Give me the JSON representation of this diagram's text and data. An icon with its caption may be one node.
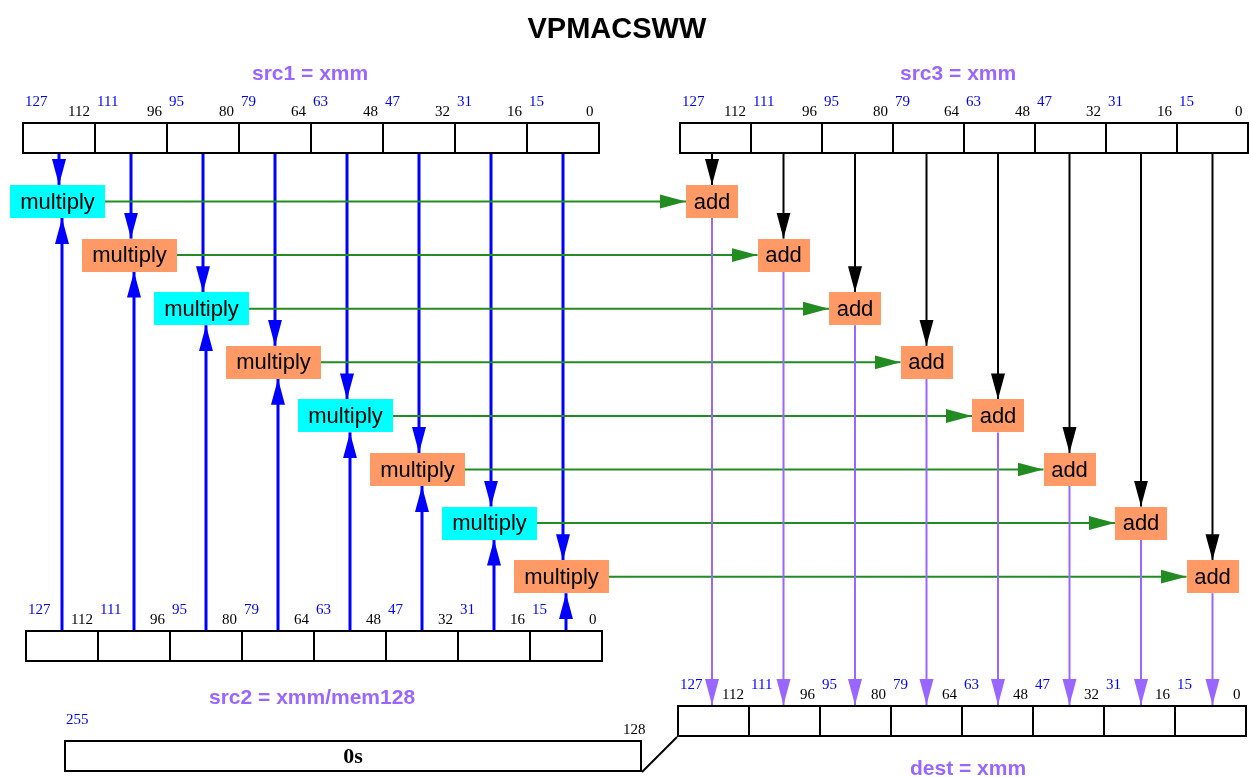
{
  "diagram": {
    "title": "VPMACSWW",
    "nodes": [
      {
        "text": [],
        "shape": "box"
      },
      {
        "text": [],
        "shape": "box"
      },
      {
        "text": [],
        "shape": "box"
      },
      {
        "text": [],
        "shape": "box"
      },
      {
        "text": [],
        "shape": "box"
      },
      {
        "text": [],
        "shape": "box"
      },
      {
        "text": [],
        "shape": "box"
      },
      {
        "text": [],
        "shape": "box"
      },
      {
        "text": [],
        "shape": "box"
      },
      {
        "text": [],
        "shape": "box"
      },
      {
        "text": [],
        "shape": "box"
      },
      {
        "text": [],
        "shape": "box"
      },
      {
        "text": [],
        "shape": "box"
      },
      {
        "text": [],
        "shape": "box"
      },
      {
        "text": [],
        "shape": "box"
      },
      {
        "text": [],
        "shape": "box"
      },
      {
        "text": [
          "multiply"
        ]
      },
      {
        "text": [
          "multiply"
        ]
      },
      {
        "text": [
          "multiply"
        ]
      },
      {
        "text": [
          "multiply"
        ]
      },
      {
        "text": [
          "multiply"
        ]
      },
      {
        "text": [
          "multiply"
        ]
      },
      {
        "text": [
          "multiply"
        ]
      },
      {
        "text": [
          "multiply"
        ]
      },
      {
        "text": [
          "add"
        ]
      },
      {
        "text": [
          "add"
        ]
      },
      {
        "text": [
          "add"
        ]
      },
      {
        "text": [
          "add"
        ]
      },
      {
        "text": [
          "add"
        ]
      },
      {
        "text": [
          "add"
        ]
      },
      {
        "text": [
          "add"
        ]
      },
      {
        "text": [
          "add"
        ]
      },
      {
        "text": [],
        "shape": "box"
      },
      {
        "text": [],
        "shape": "box"
      },
      {
        "text": [],
        "shape": "box"
      },
      {
        "text": [],
        "shape": "box"
      },
      {
        "text": [],
        "shape": "box"
      },
      {
        "text": [],
        "shape": "box"
      },
      {
        "text": [],
        "shape": "box"
      },
      {
        "text": [],
        "shape": "box"
      },
      {
        "text": [],
        "shape": "box"
      },
      {
        "text": [],
        "shape": "box"
      },
      {
        "text": [],
        "shape": "box"
      },
      {
        "text": [],
        "shape": "box"
      },
      {
        "text": [],
        "shape": "box"
      },
      {
        "text": [],
        "shape": "box"
      },
      {
        "text": [],
        "shape": "box"
      },
      {
        "text": [],
        "shape": "box"
      },
      {
        "text": [
          "0s"
        ]
      }
    ],
    "edges": [
      {
        "from": 0,
        "to": 16,
        "arrow": "to"
      },
      {
        "from": 1,
        "to": 17,
        "arrow": "to"
      },
      {
        "from": 2,
        "to": 18,
        "arrow": "to"
      },
      {
        "from": 3,
        "to": 19,
        "arrow": "to"
      },
      {
        "from": 4,
        "to": 20,
        "arrow": "to"
      },
      {
        "from": 5,
        "to": 21,
        "arrow": "to"
      },
      {
        "from": 6,
        "to": 22,
        "arrow": "to"
      },
      {
        "from": 7,
        "to": 23,
        "arrow": "to"
      },
      {
        "from": 32,
        "to": 16,
        "arrow": "to"
      },
      {
        "from": 33,
        "to": 17,
        "arrow": "to"
      },
      {
        "from": 34,
        "to": 18,
        "arrow": "to"
      },
      {
        "from": 35,
        "to": 19,
        "arrow": "to"
      },
      {
        "from": 36,
        "to": 20,
        "arrow": "to"
      },
      {
        "from": 37,
        "to": 21,
        "arrow": "to"
      },
      {
        "from": 38,
        "to": 22,
        "arrow": "to"
      },
      {
        "from": 39,
        "to": 23,
        "arrow": "to"
      },
      {
        "from": 16,
        "to": 24,
        "arrow": "to",
        "color": "#228b22"
      },
      {
        "from": 17,
        "to": 25,
        "arrow": "to",
        "color": "#228b22"
      },
      {
        "from": 18,
        "to": 26,
        "arrow": "to",
        "color": "#228b22"
      },
      {
        "from": 19,
        "to": 27,
        "arrow": "to",
        "color": "#228b22"
      },
      {
        "from": 20,
        "to": 28,
        "arrow": "to",
        "color": "#228b22"
      },
      {
        "from": 21,
        "to": 29,
        "arrow": "to",
        "color": "#228b22"
      },
      {
        "from": 22,
        "to": 30,
        "arrow": "to",
        "color": "#228b22"
      },
      {
        "from": 23,
        "to": 31,
        "arrow": "to",
        "color": "#228b22"
      },
      {
        "from": 8,
        "to": 24,
        "arrow": "to",
        "color": "#000000"
      },
      {
        "from": 9,
        "to": 25,
        "arrow": "to",
        "color": "#000000"
      },
      {
        "from": 10,
        "to": 26,
        "arrow": "to",
        "color": "#000000"
      },
      {
        "from": 11,
        "to": 27,
        "arrow": "to",
        "color": "#000000"
      },
      {
        "from": 12,
        "to": 28,
        "arrow": "to",
        "color": "#000000"
      },
      {
        "from": 13,
        "to": 29,
        "arrow": "to",
        "color": "#000000"
      },
      {
        "from": 14,
        "to": 30,
        "arrow": "to",
        "color": "#000000"
      },
      {
        "from": 15,
        "to": 31,
        "arrow": "to",
        "color": "#000000"
      },
      {
        "from": 24,
        "to": 40,
        "arrow": "to",
        "color": "#9966ff"
      },
      {
        "from": 25,
        "to": 41,
        "arrow": "to",
        "color": "#9966ff"
      },
      {
        "from": 26,
        "to": 42,
        "arrow": "to",
        "color": "#9966ff"
      },
      {
        "from": 27,
        "to": 43,
        "arrow": "to",
        "color": "#9966ff"
      },
      {
        "from": 28,
        "to": 44,
        "arrow": "to",
        "color": "#9966ff"
      },
      {
        "from": 29,
        "to": 45,
        "arrow": "to",
        "color": "#9966ff"
      },
      {
        "from": 30,
        "to": 46,
        "arrow": "to",
        "color": "#9966ff"
      },
      {
        "from": 31,
        "to": 47,
        "arrow": "to",
        "color": "#9966ff"
      },
      {
        "from": 48,
        "to": 40,
        "arrow": "none",
        "color": "#000000"
      }
    ],
    "labels": [
      "src1 = xmm",
      "src3 = xmm",
      "127",
      "112",
      "111",
      "96",
      "95",
      "80",
      "79",
      "64",
      "63",
      "48",
      "47",
      "32",
      "31",
      "16",
      "15",
      "0",
      "127",
      "112",
      "111",
      "96",
      "95",
      "80",
      "79",
      "64",
      "63",
      "48",
      "47",
      "32",
      "31",
      "16",
      "15",
      "0",
      "127",
      "112",
      "111",
      "96",
      "95",
      "80",
      "79",
      "64",
      "63",
      "48",
      "47",
      "32",
      "31",
      "16",
      "15",
      "0",
      "src2 = xmm/mem128",
      "127",
      "112",
      "111",
      "96",
      "95",
      "80",
      "79",
      "64",
      "63",
      "48",
      "47",
      "32",
      "31",
      "16",
      "15",
      "0",
      "255",
      "128",
      "dest = xmm"
    ]
  }
}
